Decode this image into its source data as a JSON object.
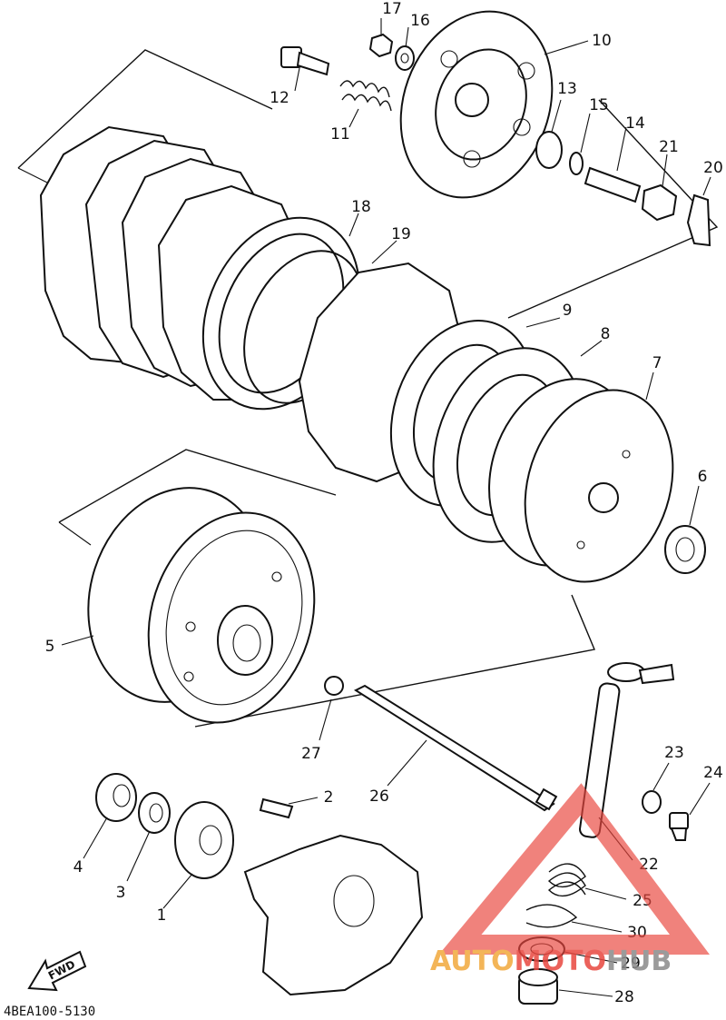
{
  "diagram_code": "4BEA100-5130",
  "fwd_label": "FWD",
  "watermark": {
    "part1": "AUTO",
    "part2": "MOTO",
    "part3": "HUB",
    "color_orange": "#f2a93b",
    "color_red": "#e8473f",
    "color_gray": "#8a8a8a"
  },
  "callouts": [
    "1",
    "2",
    "3",
    "4",
    "5",
    "6",
    "7",
    "8",
    "9",
    "10",
    "11",
    "12",
    "13",
    "14",
    "15",
    "16",
    "17",
    "18",
    "19",
    "20",
    "21",
    "22",
    "23",
    "24",
    "25",
    "26",
    "27",
    "28",
    "29",
    "30"
  ]
}
